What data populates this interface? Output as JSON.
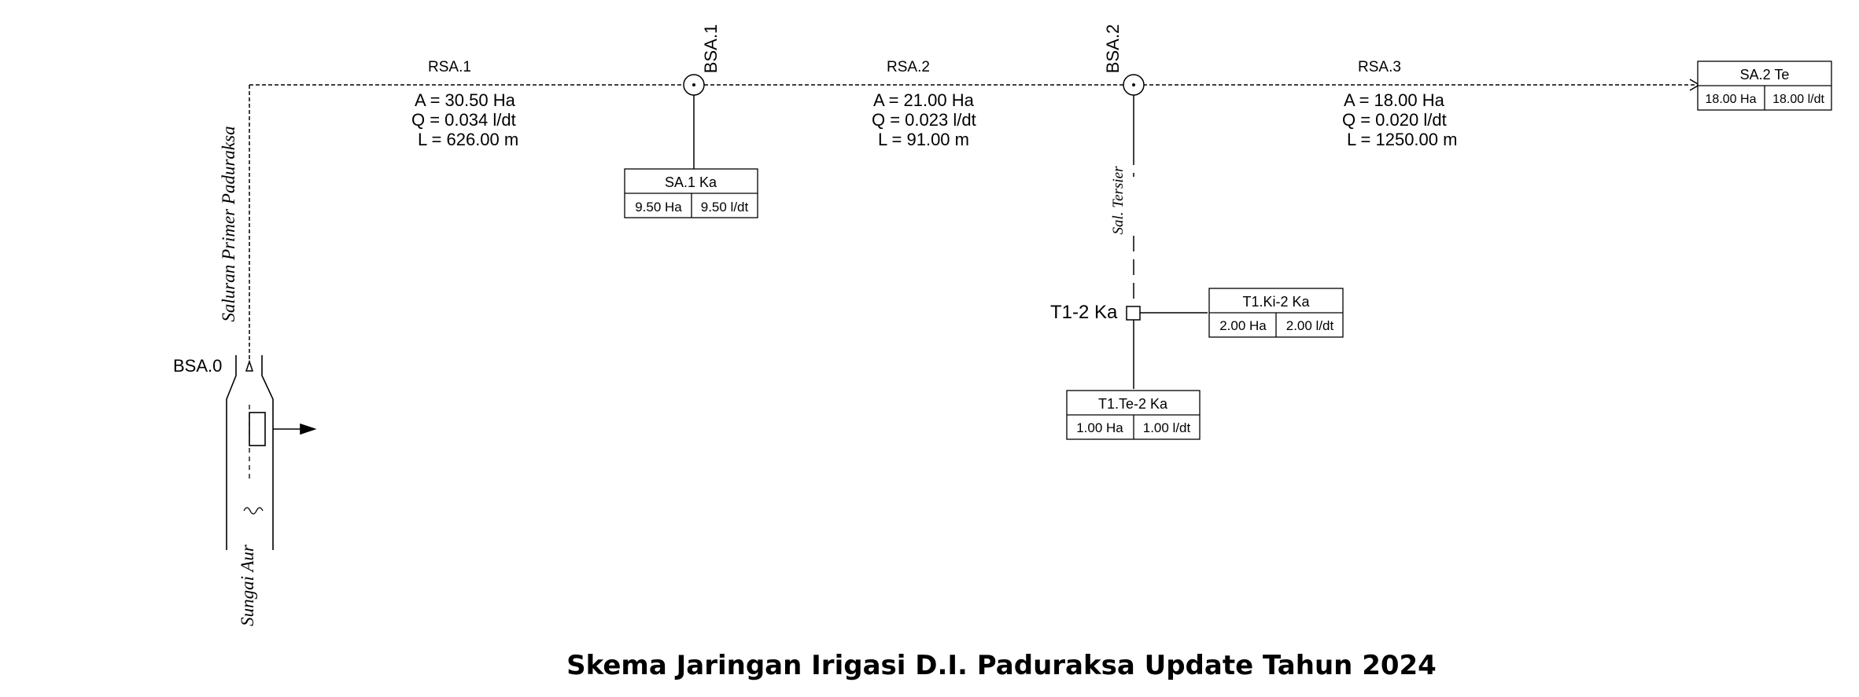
{
  "title": "Skema Jaringan Irigasi D.I. Paduraksa Update Tahun 2024",
  "primary_canal_label": "Saluran Primer Paduraksa",
  "river_label": "Sungai Aur",
  "tertiary_canal_label": "Sal. Tersier",
  "bsa0_label": "BSA.0",
  "nodes": {
    "bsa1": "BSA.1",
    "bsa2": "BSA.2",
    "t12ka": "T1-2 Ka"
  },
  "segments": {
    "rsa1": {
      "name": "RSA.1",
      "a": "A = 30.50 Ha",
      "q": "Q = 0.034 l/dt",
      "l": "L = 626.00 m"
    },
    "rsa2": {
      "name": "RSA.2",
      "a": "A = 21.00 Ha",
      "q": "Q = 0.023 l/dt",
      "l": "L = 91.00 m"
    },
    "rsa3": {
      "name": "RSA.3",
      "a": "A = 18.00 Ha",
      "q": "Q = 0.020 l/dt",
      "l": "L = 1250.00 m"
    }
  },
  "boxes": {
    "sa1ka": {
      "name": "SA.1 Ka",
      "area": "9.50 Ha",
      "flow": "9.50 l/dt"
    },
    "sa2te": {
      "name": "SA.2 Te",
      "area": "18.00 Ha",
      "flow": "18.00 l/dt"
    },
    "t1ki2ka": {
      "name": "T1.Ki-2 Ka",
      "area": "2.00 Ha",
      "flow": "2.00 l/dt"
    },
    "t1te2ka": {
      "name": "T1.Te-2 Ka",
      "area": "1.00 Ha",
      "flow": "1.00 l/dt"
    }
  }
}
